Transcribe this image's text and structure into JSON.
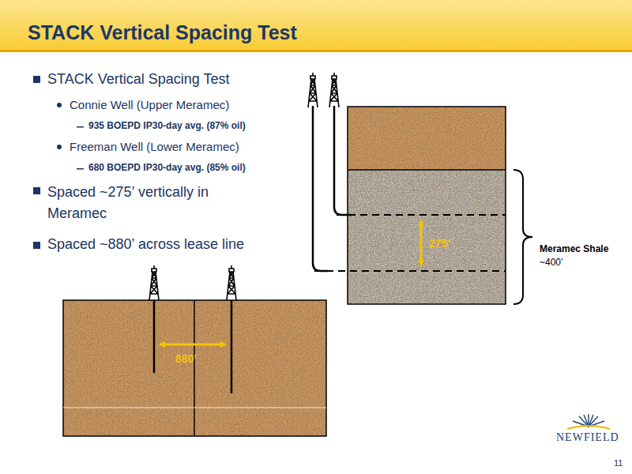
{
  "diagram": {
    "title": "STACK Vertical Spacing Test",
    "labels": [
      "STACK Vertical Spacing Test",
      "Connie Well (Upper Meramec)",
      "935 BOEPD IP30-day avg. (87% oil)",
      "Freeman Well (Lower Meramec)",
      "680 BOEPD IP30-day avg. (85% oil)",
      "Spaced ~275’ vertically in Meramec",
      "Spaced ~880’ across lease line",
      "275’",
      "880’",
      "Meramec Shale",
      "~400’",
      "NEWFIELD",
      "11"
    ]
  }
}
